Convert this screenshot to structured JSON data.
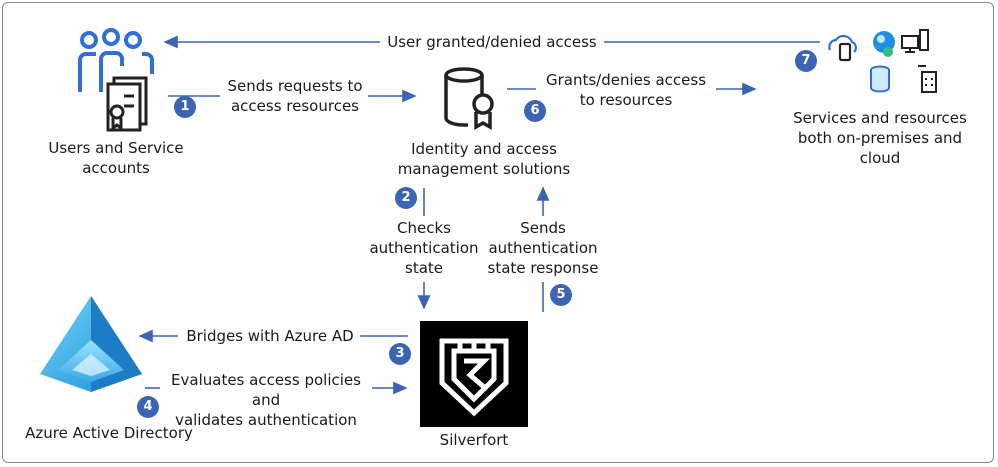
{
  "nodes": {
    "users": "Users and Service\naccounts",
    "identity": "Identity and access\nmanagement solutions",
    "services": "Services and resources\nboth on-premises and\ncloud",
    "azure_ad": "Azure Active Directory",
    "silverfort": "Silverfort"
  },
  "edges": {
    "user_access": "User granted/denied access",
    "sends_requests": "Sends requests to\naccess resources",
    "grants_denies": "Grants/denies access\nto resources",
    "checks_state": "Checks\nauthentication\nstate",
    "sends_response": "Sends\nauthentication\nstate response",
    "bridges": "Bridges with Azure AD",
    "evaluates": "Evaluates access policies and\nvalidates authentication"
  },
  "steps": [
    "1",
    "2",
    "3",
    "4",
    "5",
    "6",
    "7"
  ],
  "colors": {
    "arrow": "#3c64b4",
    "badge": "#3c64b4",
    "icon_blue": "#2f6fd6"
  }
}
